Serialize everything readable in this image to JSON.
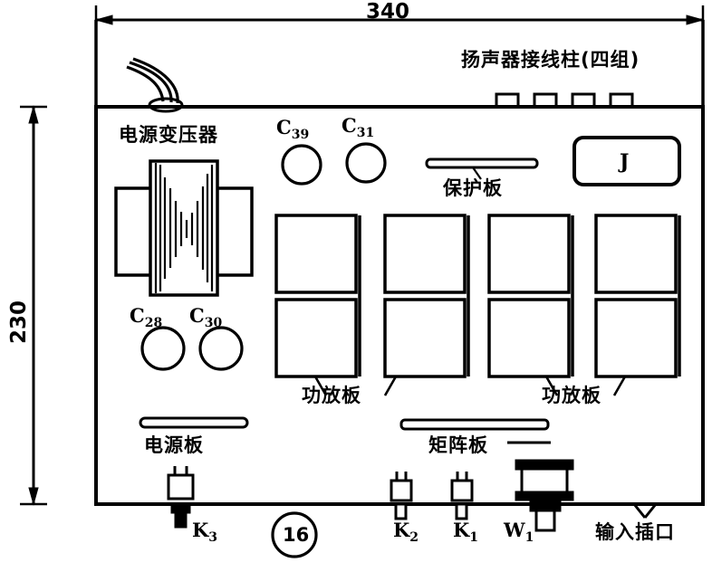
{
  "diagram": {
    "title": "chassis-internal-layout",
    "dimensions": {
      "width_label": "340",
      "height_label": "230",
      "figure_number": "16"
    },
    "labels": {
      "speaker_terminals": "扬声器接线柱(四组)",
      "power_transformer": "电源变压器",
      "protection_board": "保护板",
      "relay_box": "J",
      "power_board": "电源板",
      "matrix_board": "矩阵板",
      "amp_board_left": "功放板",
      "amp_board_right": "功放板",
      "input_jack": "输入插口"
    },
    "capacitors": [
      {
        "id": "c39",
        "label": "C",
        "sub": "39"
      },
      {
        "id": "c31",
        "label": "C",
        "sub": "31"
      },
      {
        "id": "c28",
        "label": "C",
        "sub": "28"
      },
      {
        "id": "c30",
        "label": "C",
        "sub": "30"
      }
    ],
    "controls": [
      {
        "id": "k3",
        "label": "K",
        "sub": "3"
      },
      {
        "id": "k2",
        "label": "K",
        "sub": "2"
      },
      {
        "id": "k1",
        "label": "K",
        "sub": "1"
      },
      {
        "id": "w1",
        "label": "W",
        "sub": "1"
      }
    ],
    "amp_modules_count": 4,
    "speaker_terminal_count": 4,
    "colors": {
      "ink": "#000000",
      "paper": "#ffffff"
    }
  }
}
